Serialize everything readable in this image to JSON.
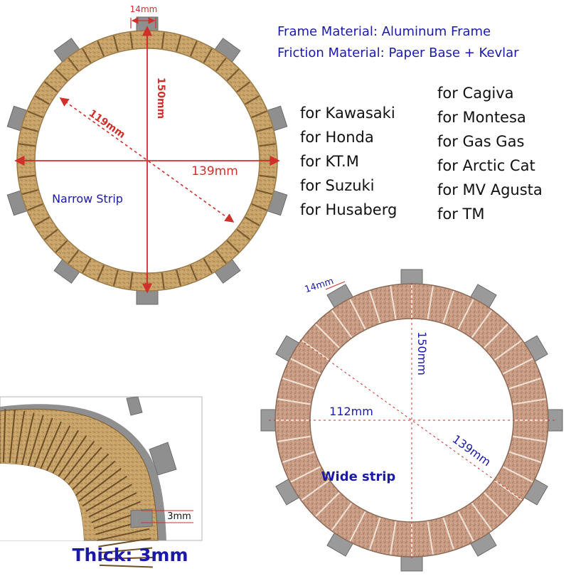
{
  "materials": {
    "frame": "Frame Material: Aluminum Frame",
    "friction": "Friction Material: Paper Base + Kevlar"
  },
  "compatibility": {
    "column1": [
      "for Kawasaki",
      "for Honda",
      "for KT.M",
      "for Suzuki",
      "for Husaberg"
    ],
    "column2": [
      "for Cagiva",
      "for Montesa",
      "for Gas Gas",
      "for Arctic Cat",
      "for MV Agusta",
      "for TM"
    ]
  },
  "narrow_plate": {
    "tab_width": "14mm",
    "outer_diameter": "150mm",
    "inner_diameter": "119mm",
    "tab_span": "139mm",
    "label": "Narrow Strip"
  },
  "wide_plate": {
    "tab_width": "14mm",
    "outer_diameter": "150mm",
    "inner_diameter": "112mm",
    "tab_span": "139mm",
    "label": "Wide strip"
  },
  "thickness": {
    "value": "3mm",
    "label": "Thick: 3mm"
  },
  "colors": {
    "friction_tan": "#c9a46a",
    "friction_pink": "#c79a82",
    "tab_gray": "#8f8f8f",
    "dimension_red": "#d0302a",
    "text_blue": "#1a1aa6"
  }
}
